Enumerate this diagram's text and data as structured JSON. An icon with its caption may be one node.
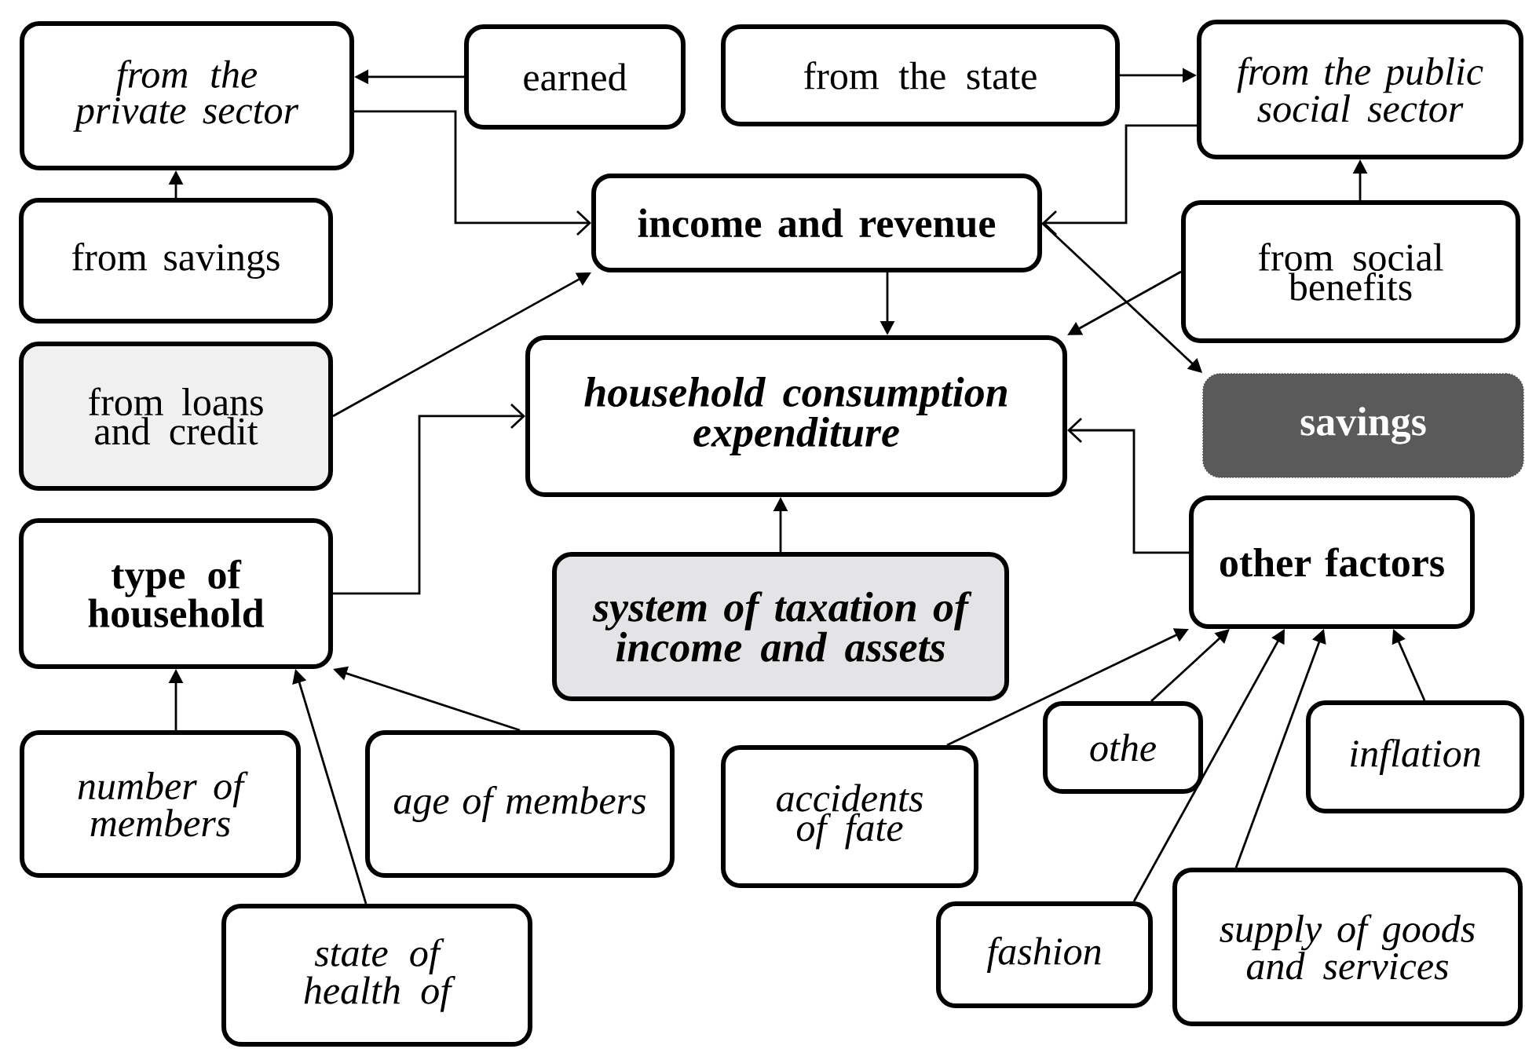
{
  "diagram": {
    "nodes": [
      {
        "text": [
          "from the private sector"
        ]
      },
      {
        "text": [
          "earned"
        ]
      },
      {
        "text": [
          "from the state"
        ]
      },
      {
        "text": [
          "from the public social sector"
        ]
      },
      {
        "text": [
          "from savings"
        ]
      },
      {
        "text": [
          "income and revenue"
        ]
      },
      {
        "text": [
          "from social benefits"
        ]
      },
      {
        "text": [
          "from loans and credit"
        ]
      },
      {
        "text": [
          "household consumption expenditure"
        ]
      },
      {
        "text": [
          "savings"
        ]
      },
      {
        "text": [
          "type of household"
        ]
      },
      {
        "text": [
          "system of taxation of income and assets"
        ]
      },
      {
        "text": [
          "other factors"
        ]
      },
      {
        "text": [
          "number of members"
        ]
      },
      {
        "text": [
          "age of members"
        ]
      },
      {
        "text": [
          "accidents of fate"
        ]
      },
      {
        "text": [
          "othe"
        ]
      },
      {
        "text": [
          "inflation"
        ]
      },
      {
        "text": [
          "state of health of"
        ]
      },
      {
        "text": [
          "fashion"
        ]
      },
      {
        "text": [
          "supply of goods and services"
        ]
      }
    ],
    "edges": [
      {
        "from": 1,
        "to": 0,
        "arrow": "to"
      },
      {
        "from": 4,
        "to": 0,
        "arrow": "to"
      },
      {
        "from": 0,
        "to": 5,
        "arrow": "to"
      },
      {
        "from": 7,
        "to": 5,
        "arrow": "to"
      },
      {
        "from": 2,
        "to": 3,
        "arrow": "to"
      },
      {
        "from": 3,
        "to": 5,
        "arrow": "to"
      },
      {
        "from": 6,
        "to": 3,
        "arrow": "to"
      },
      {
        "from": 5,
        "to": 9,
        "arrow": "to"
      },
      {
        "from": 6,
        "to": 8,
        "arrow": "to"
      },
      {
        "from": 5,
        "to": 8,
        "arrow": "to"
      },
      {
        "from": 10,
        "to": 8,
        "arrow": "to"
      },
      {
        "from": 11,
        "to": 8,
        "arrow": "to"
      },
      {
        "from": 12,
        "to": 8,
        "arrow": "to"
      },
      {
        "from": 13,
        "to": 10,
        "arrow": "to"
      },
      {
        "from": 14,
        "to": 10,
        "arrow": "to"
      },
      {
        "from": 18,
        "to": 10,
        "arrow": "to"
      },
      {
        "from": 15,
        "to": 12,
        "arrow": "to"
      },
      {
        "from": 16,
        "to": 12,
        "arrow": "to"
      },
      {
        "from": 19,
        "to": 12,
        "arrow": "to"
      },
      {
        "from": 20,
        "to": 12,
        "arrow": "to"
      },
      {
        "from": 17,
        "to": 12,
        "arrow": "to"
      }
    ]
  }
}
